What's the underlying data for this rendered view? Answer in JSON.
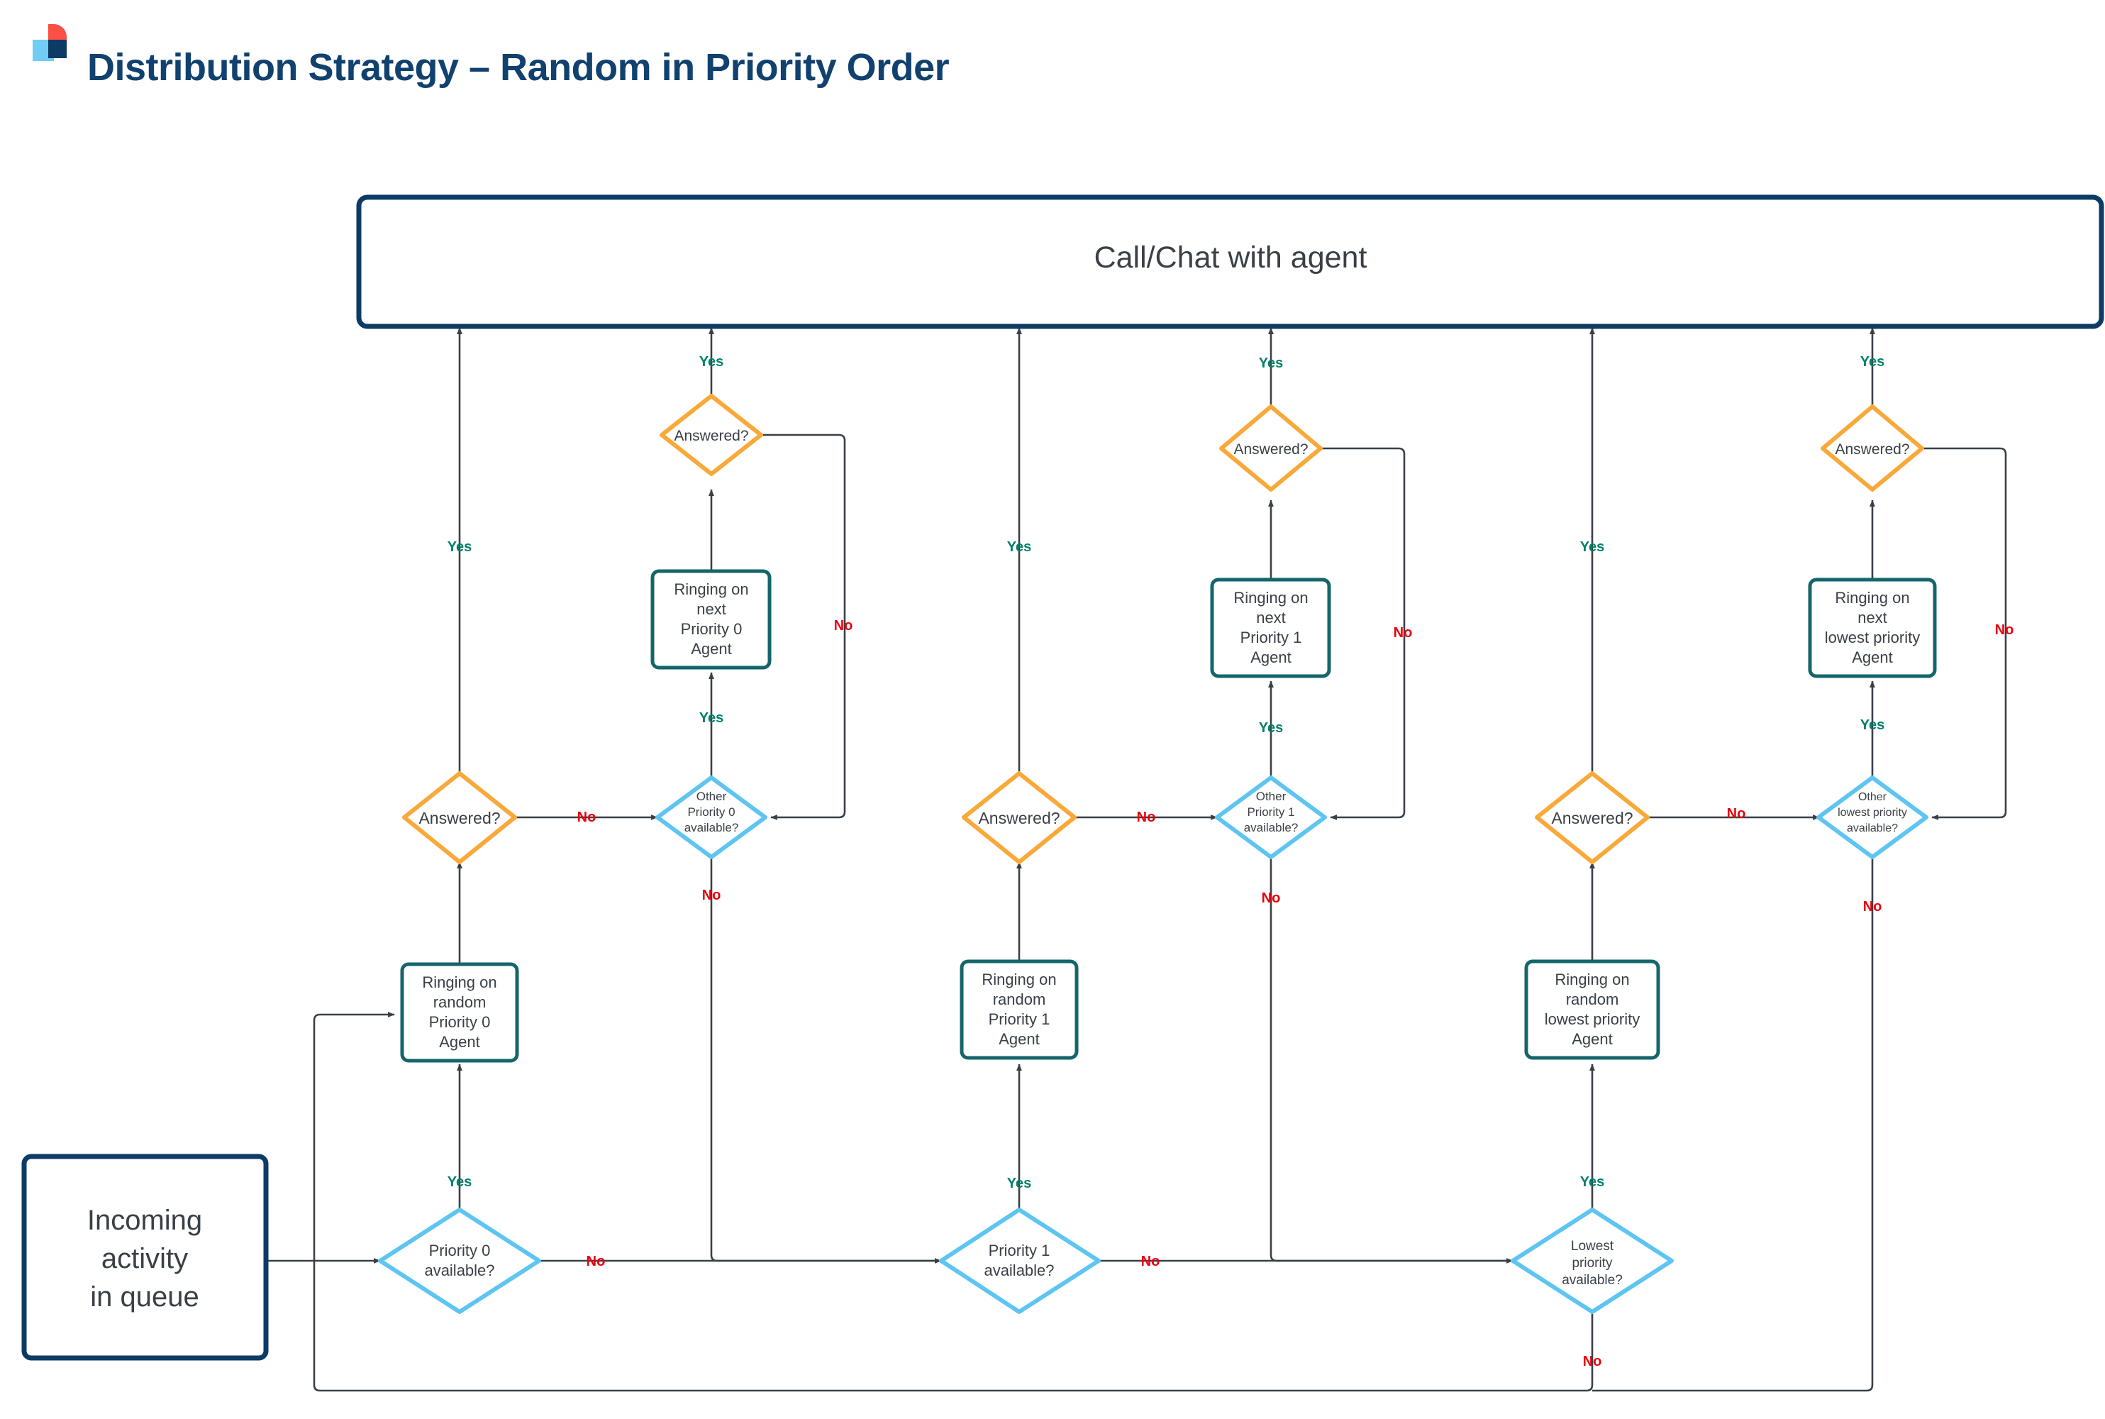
{
  "page": {
    "title": "Distribution Strategy – Random in Priority Order",
    "logo_name": "brand-logo"
  },
  "colors": {
    "brand_navy": "#11416e",
    "brand_red": "#fc4f45",
    "brand_light_blue": "#72cdf4",
    "decision_blue": "#5ec5f2",
    "decision_orange": "#f9a93a",
    "process_teal": "#14666b",
    "terminator_navy": "#0d3b66",
    "edge": "#3a4047",
    "yes_green": "#00806a",
    "no_red": "#e8000d",
    "node_text": "#3a4047"
  },
  "nodes": {
    "call_chat": {
      "label": "Call/Chat with agent",
      "shape": "process",
      "style": "terminator-navy"
    },
    "incoming": {
      "label_lines": [
        "Incoming",
        "activity",
        "in queue"
      ],
      "shape": "process",
      "style": "terminator-navy"
    },
    "p0_available": {
      "label_lines": [
        "Priority 0",
        "available?"
      ],
      "shape": "decision",
      "style": "decision-blue"
    },
    "p0_ring_random": {
      "label_lines": [
        "Ringing on",
        "random",
        "Priority 0",
        "Agent"
      ],
      "shape": "process",
      "style": "process-teal"
    },
    "p0_answered": {
      "label_lines": [
        "Answered?"
      ],
      "shape": "decision",
      "style": "decision-orange"
    },
    "p0_other": {
      "label_lines": [
        "Other",
        "Priority 0",
        "available?"
      ],
      "shape": "decision",
      "style": "decision-blue"
    },
    "p0_ring_next": {
      "label_lines": [
        "Ringing on",
        "next",
        "Priority 0",
        "Agent"
      ],
      "shape": "process",
      "style": "process-teal"
    },
    "p0_answered2": {
      "label_lines": [
        "Answered?"
      ],
      "shape": "decision",
      "style": "decision-orange"
    },
    "p1_available": {
      "label_lines": [
        "Priority 1",
        "available?"
      ],
      "shape": "decision",
      "style": "decision-blue"
    },
    "p1_ring_random": {
      "label_lines": [
        "Ringing on",
        "random",
        "Priority 1",
        "Agent"
      ],
      "shape": "process",
      "style": "process-teal"
    },
    "p1_answered": {
      "label_lines": [
        "Answered?"
      ],
      "shape": "decision",
      "style": "decision-orange"
    },
    "p1_other": {
      "label_lines": [
        "Other",
        "Priority 1",
        "available?"
      ],
      "shape": "decision",
      "style": "decision-blue"
    },
    "p1_ring_next": {
      "label_lines": [
        "Ringing on",
        "next",
        "Priority 1",
        "Agent"
      ],
      "shape": "process",
      "style": "process-teal"
    },
    "p1_answered2": {
      "label_lines": [
        "Answered?"
      ],
      "shape": "decision",
      "style": "decision-orange"
    },
    "lp_available": {
      "label_lines": [
        "Lowest",
        "priority",
        "available?"
      ],
      "shape": "decision",
      "style": "decision-blue"
    },
    "lp_ring_random": {
      "label_lines": [
        "Ringing on",
        "random",
        "lowest priority",
        "Agent"
      ],
      "shape": "process",
      "style": "process-teal"
    },
    "lp_answered": {
      "label_lines": [
        "Answered?"
      ],
      "shape": "decision",
      "style": "decision-orange"
    },
    "lp_other": {
      "label_lines": [
        "Other",
        "lowest priority",
        "available?"
      ],
      "shape": "decision",
      "style": "decision-blue"
    },
    "lp_ring_next": {
      "label_lines": [
        "Ringing on",
        "next",
        "lowest priority",
        "Agent"
      ],
      "shape": "process",
      "style": "process-teal"
    },
    "lp_answered2": {
      "label_lines": [
        "Answered?"
      ],
      "shape": "decision",
      "style": "decision-orange"
    }
  },
  "edge_labels": {
    "yes": "Yes",
    "no": "No"
  },
  "edges": [
    {
      "from": "incoming",
      "to": "p0_available",
      "label": ""
    },
    {
      "from": "p0_available",
      "to": "p0_ring_random",
      "label": "Yes"
    },
    {
      "from": "p0_available",
      "to": "p1_available",
      "label": "No"
    },
    {
      "from": "p0_ring_random",
      "to": "p0_answered",
      "label": ""
    },
    {
      "from": "p0_answered",
      "to": "call_chat",
      "label": "Yes"
    },
    {
      "from": "p0_answered",
      "to": "p0_other",
      "label": "No"
    },
    {
      "from": "p0_other",
      "to": "p0_ring_next",
      "label": "Yes"
    },
    {
      "from": "p0_other",
      "to": "p1_available",
      "label": "No"
    },
    {
      "from": "p0_ring_next",
      "to": "p0_answered2",
      "label": ""
    },
    {
      "from": "p0_answered2",
      "to": "call_chat",
      "label": "Yes"
    },
    {
      "from": "p0_answered2",
      "to": "p0_other",
      "label": "No"
    },
    {
      "from": "p1_available",
      "to": "p1_ring_random",
      "label": "Yes"
    },
    {
      "from": "p1_available",
      "to": "lp_available",
      "label": "No"
    },
    {
      "from": "p1_ring_random",
      "to": "p1_answered",
      "label": ""
    },
    {
      "from": "p1_answered",
      "to": "call_chat",
      "label": "Yes"
    },
    {
      "from": "p1_answered",
      "to": "p1_other",
      "label": "No"
    },
    {
      "from": "p1_other",
      "to": "p1_ring_next",
      "label": "Yes"
    },
    {
      "from": "p1_other",
      "to": "lp_available",
      "label": "No"
    },
    {
      "from": "p1_ring_next",
      "to": "p1_answered2",
      "label": ""
    },
    {
      "from": "p1_answered2",
      "to": "call_chat",
      "label": "Yes"
    },
    {
      "from": "p1_answered2",
      "to": "p1_other",
      "label": "No"
    },
    {
      "from": "lp_available",
      "to": "lp_ring_random",
      "label": "Yes"
    },
    {
      "from": "lp_available",
      "to": "p0_ring_random",
      "label": "No"
    },
    {
      "from": "lp_ring_random",
      "to": "lp_answered",
      "label": ""
    },
    {
      "from": "lp_answered",
      "to": "call_chat",
      "label": "Yes"
    },
    {
      "from": "lp_answered",
      "to": "lp_other",
      "label": "No"
    },
    {
      "from": "lp_other",
      "to": "lp_ring_next",
      "label": "Yes"
    },
    {
      "from": "lp_other",
      "to": "p0_ring_random",
      "label": "No"
    },
    {
      "from": "lp_ring_next",
      "to": "lp_answered2",
      "label": ""
    },
    {
      "from": "lp_answered2",
      "to": "call_chat",
      "label": "Yes"
    },
    {
      "from": "lp_answered2",
      "to": "lp_other",
      "label": "No"
    }
  ]
}
